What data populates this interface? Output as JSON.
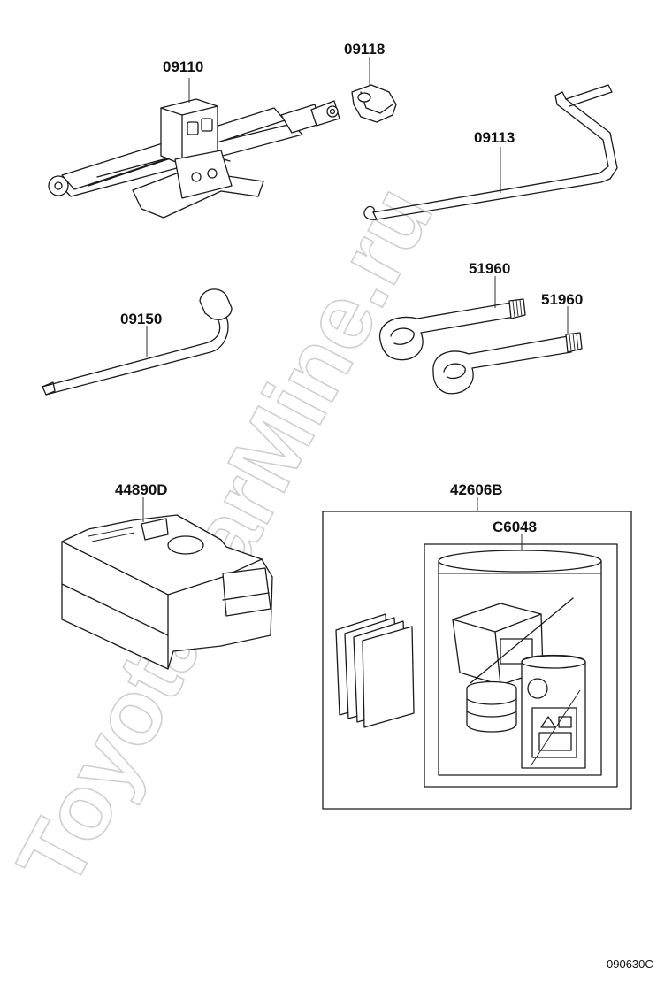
{
  "watermark": "ToyotaCarMine.ru",
  "diagram_code": "090630C",
  "parts": [
    {
      "id": "jack",
      "label": "09110"
    },
    {
      "id": "jack-handle-end",
      "label": "09118"
    },
    {
      "id": "jack-handle",
      "label": "09113"
    },
    {
      "id": "wheel-nut-wrench",
      "label": "09150"
    },
    {
      "id": "towing-eye-1",
      "label": "51960"
    },
    {
      "id": "towing-eye-2",
      "label": "51960"
    },
    {
      "id": "tool-bag",
      "label": "44890D"
    },
    {
      "id": "tire-repair-kit",
      "label": "42606B"
    },
    {
      "id": "sealant-bottle",
      "label": "C6048"
    }
  ]
}
